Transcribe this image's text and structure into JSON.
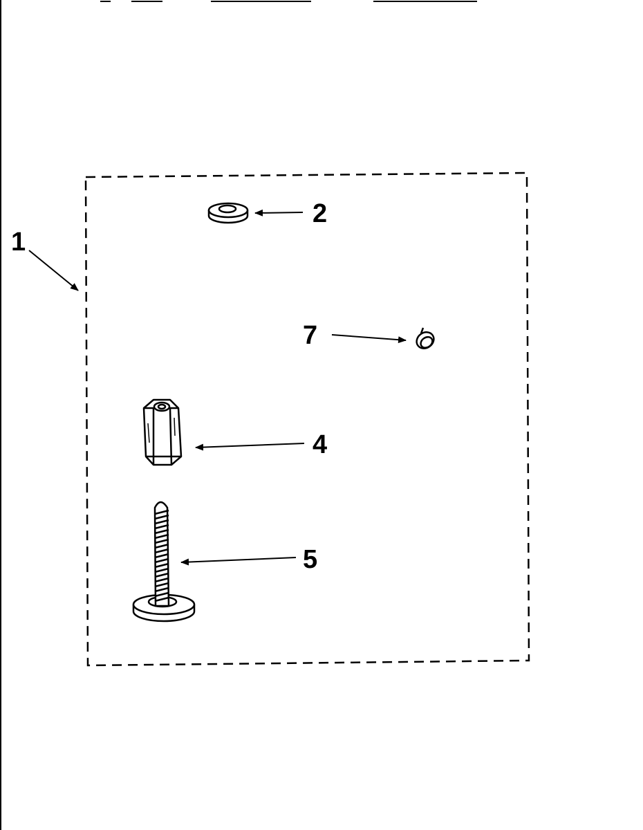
{
  "diagram": {
    "type": "exploded-parts-kit",
    "colors": {
      "ink": "#000000",
      "paper": "#ffffff"
    },
    "callouts": {
      "kit": "1",
      "washer": "2",
      "spacer": "4",
      "screw": "5",
      "clip": "7"
    }
  }
}
